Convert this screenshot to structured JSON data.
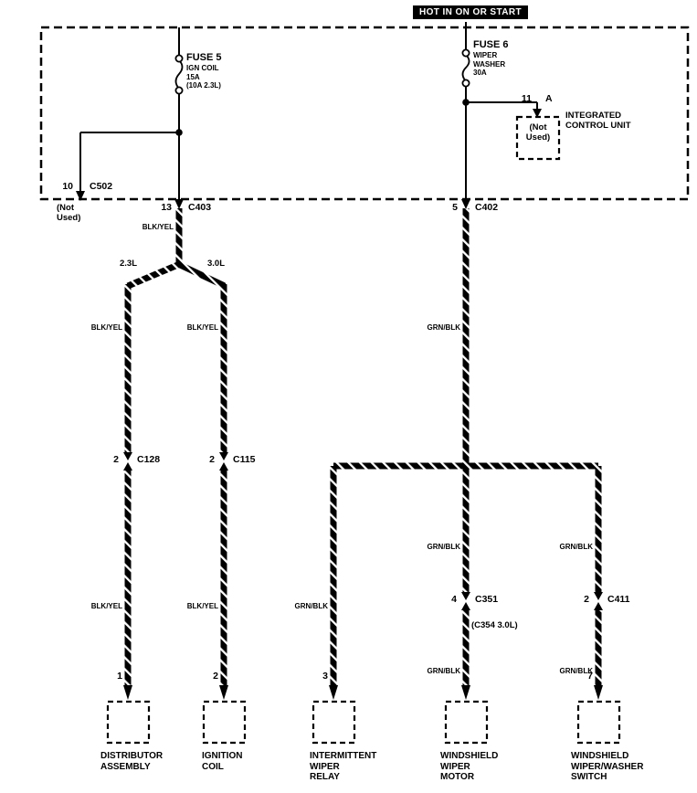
{
  "colors": {
    "ink": "#000000",
    "background": "#ffffff"
  },
  "header": {
    "hot_label": "HOT IN ON OR START"
  },
  "power": {
    "fuse5": {
      "name": "FUSE 5",
      "desc1": "IGN COIL",
      "desc2": "15A",
      "desc3": "(10A 2.3L)"
    },
    "fuse6": {
      "name": "FUSE 6",
      "desc1": "WIPER",
      "desc2": "WASHER",
      "desc3": "30A"
    },
    "icu": {
      "pin": "11",
      "pin_letter": "A",
      "not_used": "(Not\nUsed)",
      "name": "INTEGRATED\nCONTROL UNIT"
    },
    "c502": {
      "pin": "10",
      "name": "C502",
      "note": "(Not\nUsed)"
    }
  },
  "connectors": {
    "c403": {
      "pin": "13",
      "name": "C403"
    },
    "c402": {
      "pin": "5",
      "name": "C402"
    },
    "c128": {
      "pin": "2",
      "name": "C128"
    },
    "c115": {
      "pin": "2",
      "name": "C115"
    },
    "c351": {
      "pin": "4",
      "name": "C351",
      "note": "(C354 3.0L)"
    },
    "c411": {
      "pin": "2",
      "name": "C411"
    }
  },
  "wires": {
    "blk_yel": "BLK/YEL",
    "grn_blk": "GRN/BLK",
    "engine_2_3": "2.3L",
    "engine_3_0": "3.0L"
  },
  "components": {
    "distributor": {
      "pin": "1",
      "name": "DISTRIBUTOR\nASSEMBLY"
    },
    "ignition_coil": {
      "pin": "2",
      "name": "IGNITION\nCOIL"
    },
    "wiper_relay": {
      "pin": "3",
      "name": "INTERMITTENT\nWIPER\nRELAY"
    },
    "wiper_motor": {
      "name": "WINDSHIELD\nWIPER\nMOTOR"
    },
    "wiper_switch": {
      "pin": "7",
      "name": "WINDSHIELD\nWIPER/WASHER\nSWITCH"
    }
  }
}
